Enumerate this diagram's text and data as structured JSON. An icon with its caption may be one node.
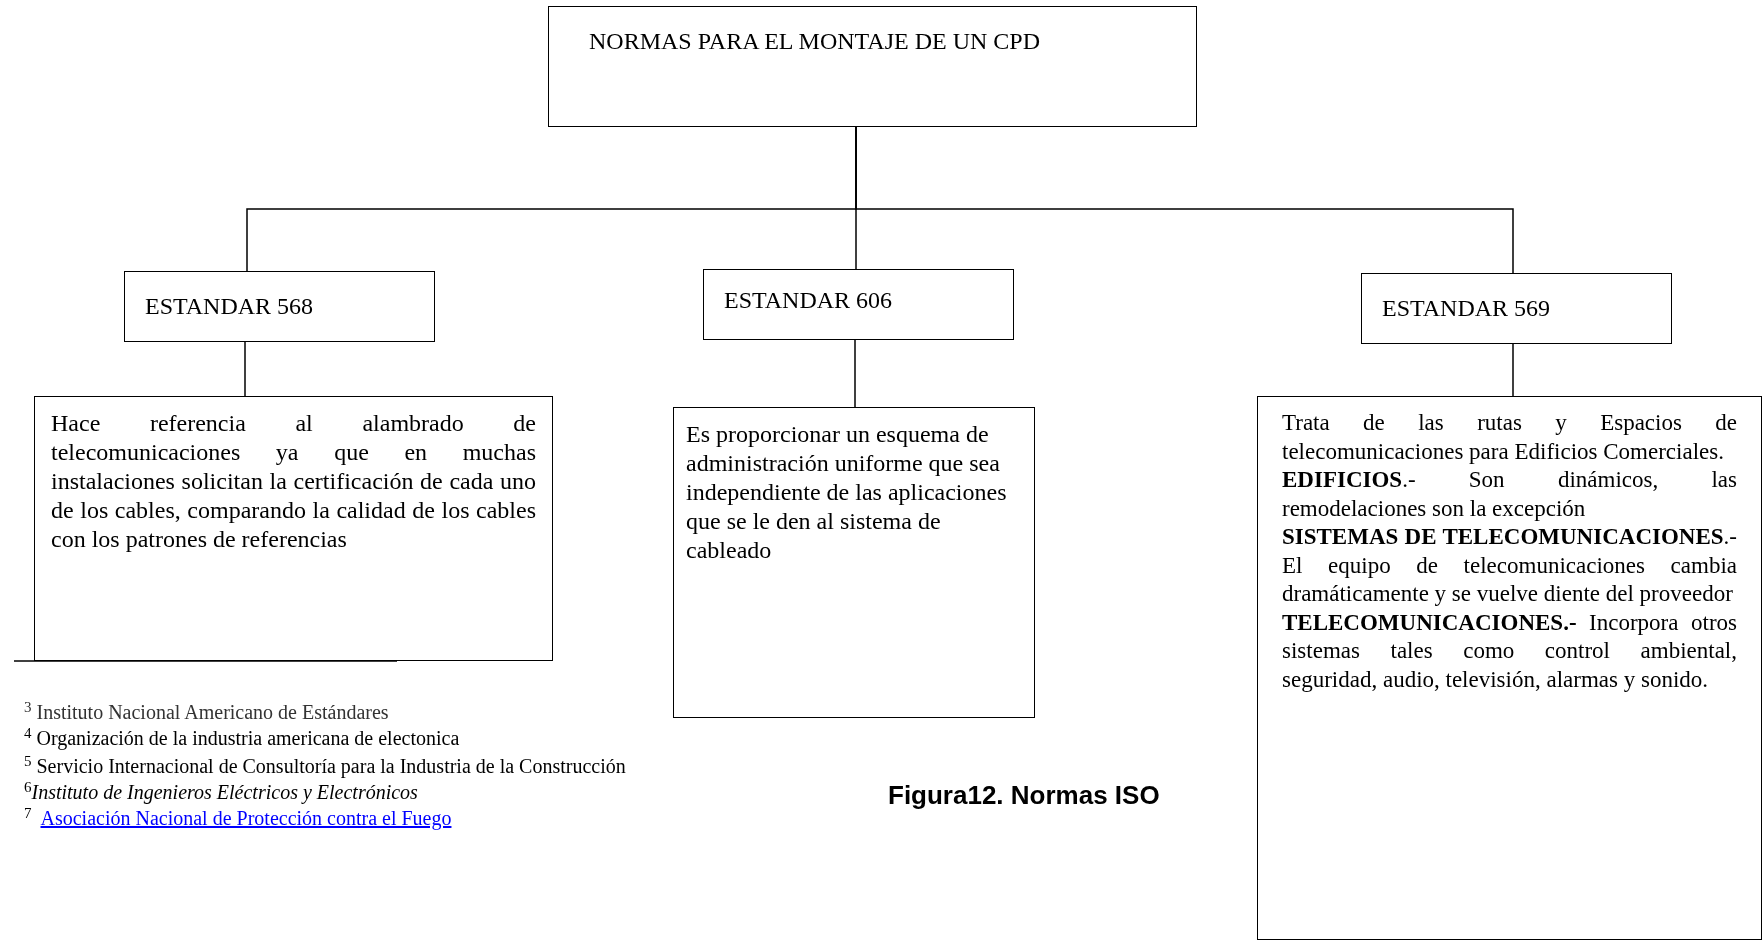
{
  "diagram": {
    "caption": "Figura12. Normas ISO",
    "nodes": [
      {
        "text": [
          "NORMAS PARA EL MONTAJE DE UN CPD"
        ]
      },
      {
        "text": [
          "ESTANDAR 568"
        ]
      },
      {
        "text": [
          "ESTANDAR 606"
        ]
      },
      {
        "text": [
          "ESTANDAR 569"
        ]
      },
      {
        "text": [
          "Hace referencia al alambrado de telecomunicaciones ya que en muchas instalaciones solicitan la certificación de cada uno de los cables, comparando la calidad de los cables con los patrones de referencias"
        ]
      },
      {
        "text": [
          "Es proporcionar un esquema de administración uniforme que sea independiente de las aplicaciones que se le den al sistema de cableado"
        ]
      },
      {
        "text": [
          "Trata de las rutas y Espacios de telecomunicaciones para Edificios Comerciales.",
          "**EDIFICIOS**.- Son dinámicos, las remodelaciones son la excepción",
          "**SISTEMAS DE TELECOMUNICACIONES**.- El equipo de telecomunicaciones cambia dramáticamente y se vuelve diente del proveedor",
          "**TELECOMUNICACIONES.-** Incorpora otros sistemas tales como control ambiental, seguridad, audio, televisión, alarmas y sonido."
        ]
      }
    ],
    "edges": [
      {
        "from": 0,
        "to": 1,
        "arrow": "none"
      },
      {
        "from": 0,
        "to": 2,
        "arrow": "none"
      },
      {
        "from": 0,
        "to": 3,
        "arrow": "none"
      },
      {
        "from": 1,
        "to": 4,
        "arrow": "none"
      },
      {
        "from": 2,
        "to": 5,
        "arrow": "none"
      },
      {
        "from": 3,
        "to": 6,
        "arrow": "none"
      }
    ],
    "labels": [
      "$^{3}$ Instituto Nacional Americano de Estándares",
      "$^{4}$ Organización de la industria americana de electonica",
      "$^{5}$ Servicio Internacional de Consultoría para la Industria de la Construcción",
      "$^{6}$*Instituto de Ingenieros Eléctricos y Electrónicos*",
      "$^{7}$ ",
      "Asociación Nacional de Protección contra el Fuego"
    ]
  }
}
